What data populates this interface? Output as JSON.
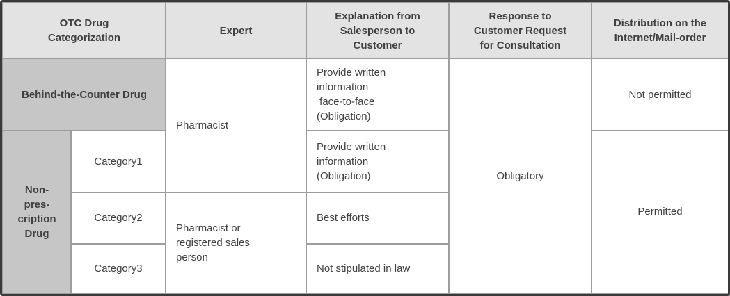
{
  "meta": {
    "colors": {
      "header_bg": "#e3e3e3",
      "label_bg": "#c6c6c6",
      "cell_bg": "#ffffff",
      "inner_border": "#9d9d9d",
      "outer_border": "#3a3a3a",
      "text": "#404040"
    }
  },
  "table": {
    "header": {
      "otc_categorization": "OTC Drug\nCategorization",
      "expert": "Expert",
      "explanation": "Explanation from\nSalesperson to\nCustomer",
      "response": "Response to\nCustomer Request\nfor Consultation",
      "distribution": "Distribution on the\nInternet/Mail-order"
    },
    "cells": {
      "behind_the_counter": "Behind-the-Counter Drug",
      "non_prescription": "Non-\npres-\ncription\nDrug",
      "category1": "Category1",
      "category2": "Category2",
      "category3": "Category3",
      "expert_pharmacist": "Pharmacist",
      "expert_pharmacist_or_registered": "Pharmacist or\nregistered sales\nperson",
      "explanation_btc": "Provide written\ninformation\n face-to-face\n(Obligation)",
      "explanation_cat1": "Provide written\ninformation\n(Obligation)",
      "explanation_cat2": "Best efforts",
      "explanation_cat3": "Not stipulated in law",
      "response_all": "Obligatory",
      "distribution_btc": "Not permitted",
      "distribution_nonrx": "Permitted"
    }
  }
}
